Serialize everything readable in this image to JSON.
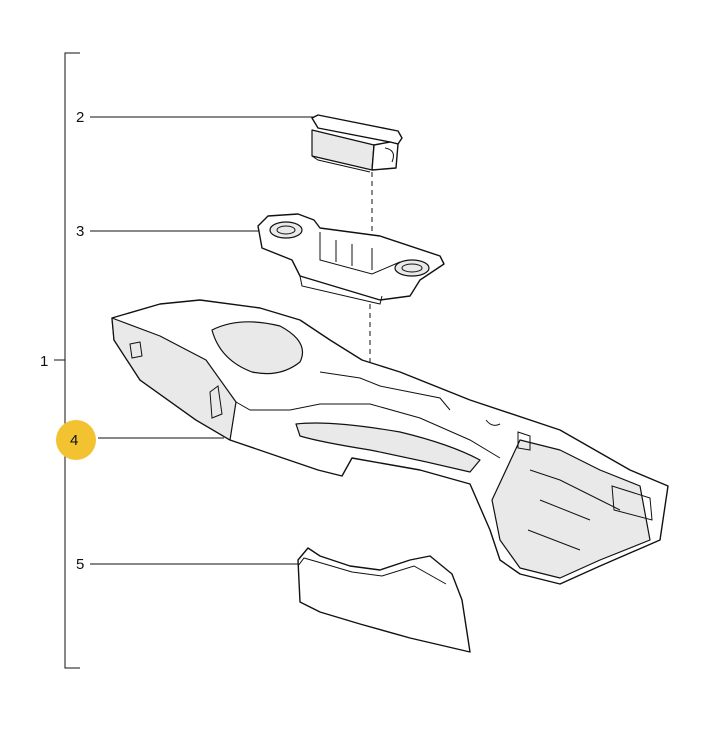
{
  "callouts": {
    "c1": "1",
    "c2": "2",
    "c3": "3",
    "c4": "4",
    "c5": "5"
  },
  "highlight": {
    "callout": "4",
    "color": "#f2c230"
  }
}
